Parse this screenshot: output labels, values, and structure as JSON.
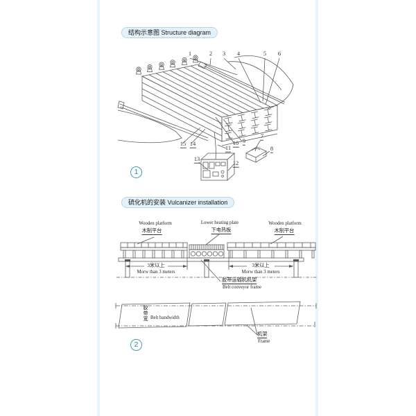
{
  "headers": {
    "section1": "结构示意图 Structure diagram",
    "section2": "硫化机的安装 Vulcanizer installation"
  },
  "figure1": {
    "badge": "1",
    "part_numbers": [
      "1",
      "2",
      "3",
      "4",
      "5",
      "6",
      "7",
      "8",
      "9",
      "10",
      "11",
      "12",
      "13",
      "14",
      "15"
    ]
  },
  "figure2": {
    "left_platform_en": "Wooden platform",
    "left_platform_zh": "木制平台",
    "heating_plate_en": "Lower heating plate",
    "heating_plate_zh": "下电热板",
    "right_platform_en": "Wooden platform",
    "right_platform_zh": "木制平台",
    "dim_zh": "3米以上",
    "dim_en": "Morw than 3 meters",
    "conveyor_zh": "胶带运输机机架",
    "conveyor_en": "Belt conveyor frame"
  },
  "figure3": {
    "badge": "2",
    "bandwidth_zh": "胶带宽",
    "bandwidth_en": "Belt bandwidth",
    "frame_zh": "机架",
    "frame_en": "Frame"
  },
  "colors": {
    "pill_bg": "#e4f1f8",
    "pill_border": "#b5d6e6",
    "badge_blue": "#3f8fb5",
    "line_gray": "#5a5a5a"
  }
}
